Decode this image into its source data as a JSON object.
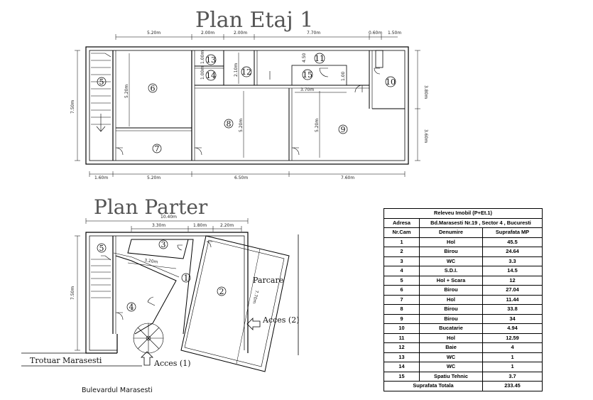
{
  "etaj": {
    "title": "Plan Etaj 1",
    "top_dims": [
      "5.20m",
      "2.00m",
      "2.00m",
      "7.70m",
      "0.60m",
      "1.50m"
    ],
    "bottom_dims": [
      "1.60m",
      "5.20m",
      "6.50m",
      "7.60m"
    ],
    "left_dim": "7.50m",
    "right_dims": [
      "3.80m",
      "3.60m"
    ],
    "inner_dims": [
      "5.20m",
      "5.20m",
      "5.20m",
      "3.70m",
      "2.10m",
      "1.00m",
      "1.00m",
      "4.50",
      "1.00"
    ],
    "rooms": [
      "5",
      "6",
      "7",
      "8",
      "9",
      "10",
      "11",
      "12",
      "13",
      "14",
      "15"
    ]
  },
  "parter": {
    "title": "Plan Parter",
    "top_dims": [
      "10.40m",
      "3.30m",
      "1.80m",
      "2.20m"
    ],
    "left_dim": "7.50m",
    "inner_dims": [
      "3.20m",
      "7.70m"
    ],
    "rooms": [
      "1",
      "2",
      "3",
      "4",
      "5"
    ],
    "parcare": "Parcare",
    "acces1": "Acces (1)",
    "acces2": "Acces (2)",
    "trotuar": "Trotuar Marasesti",
    "bulevard": "Bulevardul Marasesti"
  },
  "table": {
    "title": "Releveu Imobil (P+Et.1)",
    "adresa_label": "Adresa",
    "adresa_value": "Bd.Marasesti Nr.19 , Sector 4 , Bucuresti",
    "headers": [
      "Nr.Cam",
      "Denumire",
      "Suprafata MP"
    ],
    "rows": [
      [
        "1",
        "Hol",
        "45.5"
      ],
      [
        "2",
        "Birou",
        "24.64"
      ],
      [
        "3",
        "WC",
        "3.3"
      ],
      [
        "4",
        "S.D.I.",
        "14.5"
      ],
      [
        "5",
        "Hol + Scara",
        "12"
      ],
      [
        "6",
        "Birou",
        "27.04"
      ],
      [
        "7",
        "Hol",
        "11.44"
      ],
      [
        "8",
        "Birou",
        "33.8"
      ],
      [
        "9",
        "Birou",
        "34"
      ],
      [
        "10",
        "Bucatarie",
        "4.94"
      ],
      [
        "11",
        "Hol",
        "12.59"
      ],
      [
        "12",
        "Baie",
        "4"
      ],
      [
        "13",
        "WC",
        "1"
      ],
      [
        "14",
        "WC",
        "1"
      ],
      [
        "15",
        "Spatiu Tehnic",
        "3.7"
      ]
    ],
    "total_label": "Suprafata Totala",
    "total_value": "233.45"
  }
}
